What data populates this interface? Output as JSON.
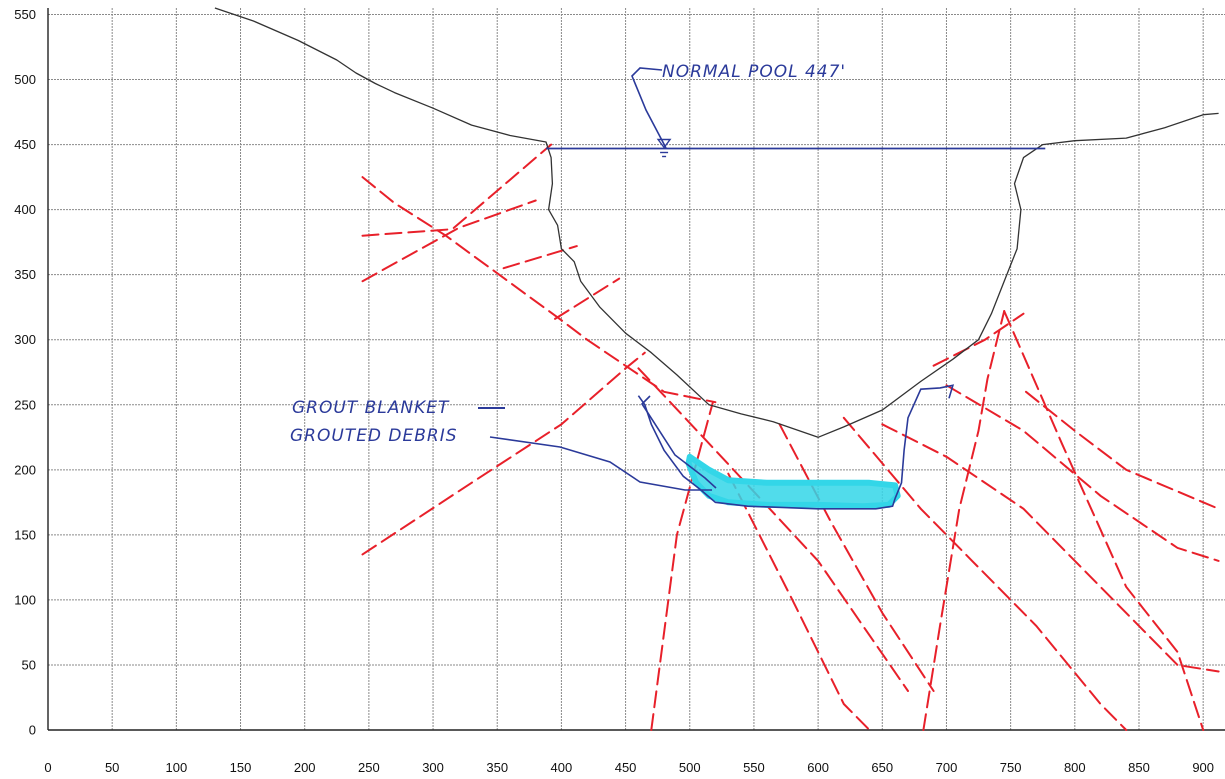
{
  "chart_data": {
    "type": "diagram",
    "xlim": [
      0,
      910
    ],
    "ylim": [
      0,
      555
    ],
    "x_ticks": [
      0,
      50,
      100,
      150,
      200,
      250,
      300,
      350,
      400,
      450,
      500,
      550,
      600,
      650,
      700,
      750,
      800,
      850,
      900
    ],
    "y_ticks": [
      0,
      50,
      100,
      150,
      200,
      250,
      300,
      350,
      400,
      450,
      500,
      550
    ],
    "grid": true,
    "ground_profile": [
      [
        130,
        555
      ],
      [
        160,
        545
      ],
      [
        195,
        530
      ],
      [
        225,
        515
      ],
      [
        240,
        505
      ],
      [
        255,
        497
      ],
      [
        270,
        490
      ],
      [
        300,
        478
      ],
      [
        330,
        465
      ],
      [
        360,
        457
      ],
      [
        388,
        452
      ],
      [
        392,
        440
      ],
      [
        393,
        420
      ],
      [
        390,
        400
      ],
      [
        397,
        388
      ],
      [
        400,
        370
      ],
      [
        410,
        360
      ],
      [
        415,
        345
      ],
      [
        430,
        325
      ],
      [
        450,
        305
      ],
      [
        470,
        290
      ],
      [
        490,
        273
      ],
      [
        515,
        250
      ],
      [
        540,
        243
      ],
      [
        565,
        237
      ],
      [
        600,
        225
      ],
      [
        620,
        233
      ],
      [
        650,
        246
      ],
      [
        680,
        268
      ],
      [
        705,
        285
      ],
      [
        725,
        300
      ],
      [
        735,
        320
      ],
      [
        745,
        345
      ],
      [
        755,
        370
      ],
      [
        758,
        400
      ],
      [
        753,
        420
      ],
      [
        760,
        440
      ],
      [
        775,
        450
      ],
      [
        800,
        453
      ],
      [
        840,
        455
      ],
      [
        870,
        463
      ],
      [
        900,
        473
      ],
      [
        912,
        474
      ]
    ],
    "normal_pool": {
      "label": "NORMAL POOL 447'",
      "elevation": 447,
      "x_start": 388,
      "x_end": 777
    },
    "grout_blanket_label": "GROUT BLANKET",
    "grouted_debris_label": "GROUTED DEBRIS",
    "grouted_debris_zone": [
      [
        499,
        205
      ],
      [
        505,
        190
      ],
      [
        515,
        180
      ],
      [
        530,
        175
      ],
      [
        560,
        173
      ],
      [
        600,
        173
      ],
      [
        635,
        172
      ],
      [
        655,
        173
      ],
      [
        662,
        180
      ],
      [
        660,
        188
      ],
      [
        640,
        190
      ],
      [
        600,
        190
      ],
      [
        560,
        190
      ],
      [
        530,
        192
      ],
      [
        515,
        200
      ],
      [
        500,
        210
      ]
    ],
    "grout_blanket_outline": [
      [
        660,
        178
      ],
      [
        665,
        190
      ],
      [
        667,
        215
      ],
      [
        670,
        240
      ],
      [
        680,
        262
      ],
      [
        695,
        263
      ],
      [
        705,
        265
      ],
      [
        702,
        255
      ]
    ],
    "grouted_debris_outline": [
      [
        460,
        257
      ],
      [
        465,
        250
      ],
      [
        470,
        235
      ],
      [
        480,
        215
      ],
      [
        495,
        195
      ],
      [
        508,
        185
      ],
      [
        520,
        175
      ],
      [
        545,
        172
      ],
      [
        600,
        170
      ],
      [
        645,
        170
      ],
      [
        658,
        172
      ],
      [
        660,
        178
      ]
    ],
    "fractures": [
      [
        [
          245,
          380
        ],
        [
          315,
          385
        ],
        [
          392,
          450
        ]
      ],
      [
        [
          245,
          425
        ],
        [
          270,
          405
        ],
        [
          310,
          380
        ],
        [
          400,
          315
        ],
        [
          420,
          300
        ],
        [
          480,
          260
        ],
        [
          520,
          252
        ]
      ],
      [
        [
          245,
          345
        ],
        [
          320,
          386
        ],
        [
          380,
          407
        ]
      ],
      [
        [
          245,
          135
        ],
        [
          330,
          190
        ],
        [
          400,
          235
        ],
        [
          450,
          278
        ],
        [
          465,
          290
        ]
      ],
      [
        [
          355,
          355
        ],
        [
          412,
          372
        ]
      ],
      [
        [
          395,
          316
        ],
        [
          445,
          347
        ]
      ],
      [
        [
          470,
          0
        ],
        [
          490,
          150
        ],
        [
          518,
          252
        ]
      ],
      [
        [
          460,
          278
        ],
        [
          520,
          215
        ],
        [
          600,
          130
        ],
        [
          670,
          30
        ]
      ],
      [
        [
          530,
          197
        ],
        [
          580,
          100
        ],
        [
          620,
          20
        ],
        [
          640,
          0
        ]
      ],
      [
        [
          570,
          235
        ],
        [
          610,
          160
        ],
        [
          650,
          90
        ],
        [
          690,
          30
        ]
      ],
      [
        [
          620,
          240
        ],
        [
          680,
          170
        ],
        [
          720,
          130
        ],
        [
          770,
          80
        ],
        [
          820,
          20
        ],
        [
          840,
          0
        ]
      ],
      [
        [
          682,
          0
        ],
        [
          695,
          80
        ],
        [
          710,
          170
        ],
        [
          725,
          230
        ],
        [
          732,
          270
        ],
        [
          745,
          322
        ]
      ],
      [
        [
          650,
          235
        ],
        [
          700,
          210
        ],
        [
          760,
          170
        ],
        [
          820,
          110
        ],
        [
          880,
          50
        ],
        [
          912,
          45
        ]
      ],
      [
        [
          700,
          265
        ],
        [
          760,
          230
        ],
        [
          820,
          180
        ],
        [
          880,
          140
        ],
        [
          912,
          130
        ]
      ],
      [
        [
          690,
          280
        ],
        [
          730,
          300
        ],
        [
          760,
          320
        ]
      ],
      [
        [
          762,
          260
        ],
        [
          800,
          230
        ],
        [
          840,
          200
        ],
        [
          912,
          170
        ]
      ],
      [
        [
          745,
          322
        ],
        [
          790,
          220
        ],
        [
          840,
          110
        ],
        [
          880,
          60
        ],
        [
          900,
          0
        ]
      ]
    ]
  },
  "annotations": {
    "pool_label": "NORMAL POOL 447'",
    "grout_blanket": "GROUT BLANKET",
    "grouted_debris": "GROUTED DEBRIS"
  },
  "colors": {
    "grid": "#8a8a8a",
    "ground": "#333333",
    "water": "#2b3a9a",
    "ink": "#2b3a9a",
    "fracture": "#e8202a",
    "grout_fill": "#33d6e8"
  }
}
